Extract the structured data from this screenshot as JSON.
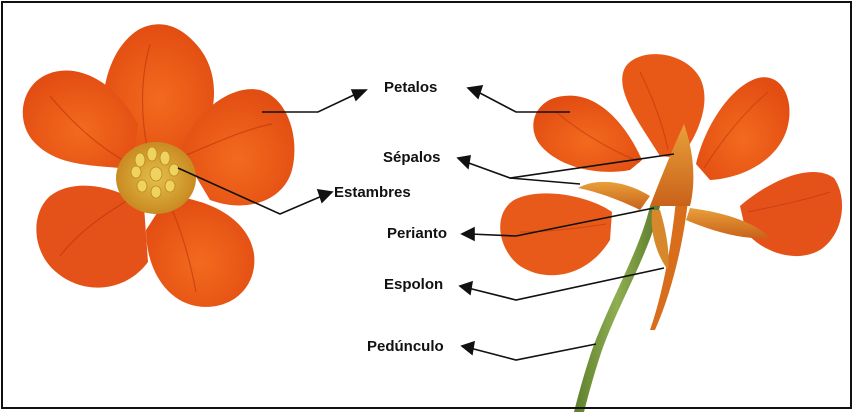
{
  "labels": {
    "petalos": "Petalos",
    "sepalos": "Sépalos",
    "estambres": "Estambres",
    "perianto": "Perianto",
    "espolon": "Espolon",
    "pedunculo": "Pedúnculo"
  },
  "colors": {
    "petal": "#f0621c",
    "petal_dark": "#c9380c",
    "vein": "#b02c08",
    "center": "#d7a62c",
    "stamen": "#e9c44a",
    "sepal": "#d9791e",
    "stem": "#6f8f3a",
    "leader": "#111111",
    "frame": "#111111"
  }
}
